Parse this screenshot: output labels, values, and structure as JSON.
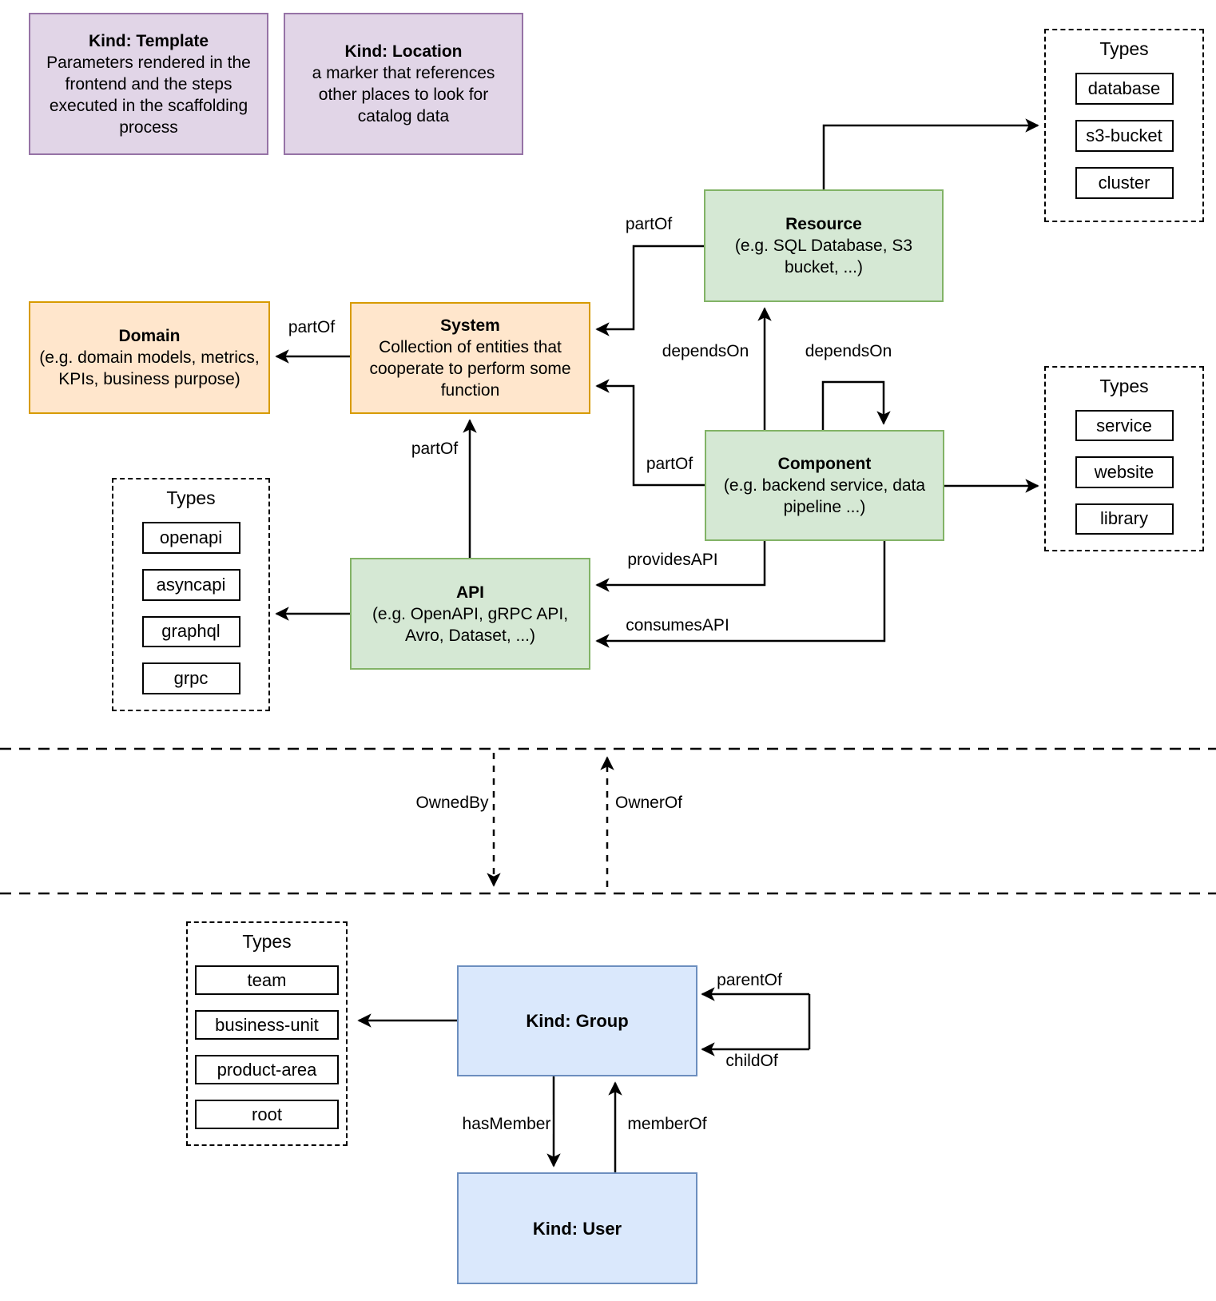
{
  "nodes": {
    "template": {
      "title": "Kind: Template",
      "desc": "Parameters rendered in the frontend and the steps executed in  the scaffolding process"
    },
    "location": {
      "title": "Kind: Location",
      "desc": "a marker that references other places to look for catalog data"
    },
    "domain": {
      "title": "Domain",
      "desc": "(e.g.  domain models, metrics, KPIs, business purpose)"
    },
    "system": {
      "title": "System",
      "desc": "Collection of entities that cooperate to perform some function"
    },
    "resource": {
      "title": "Resource",
      "desc": "(e.g. SQL Database, S3 bucket, ...)"
    },
    "component": {
      "title": "Component",
      "desc": "(e.g. backend service, data pipeline ...)"
    },
    "api": {
      "title": "API",
      "desc": "(e.g. OpenAPI, gRPC API, Avro, Dataset, ...)"
    },
    "group": {
      "title": "Kind: Group"
    },
    "user": {
      "title": "Kind: User"
    }
  },
  "panels": {
    "resource_types": {
      "title": "Types",
      "items": [
        "database",
        "s3-bucket",
        "cluster"
      ]
    },
    "component_types": {
      "title": "Types",
      "items": [
        "service",
        "website",
        "library"
      ]
    },
    "api_types": {
      "title": "Types",
      "items": [
        "openapi",
        "asyncapi",
        "graphql",
        "grpc"
      ]
    },
    "group_types": {
      "title": "Types",
      "items": [
        "team",
        "business-unit",
        "product-area",
        "root"
      ]
    }
  },
  "labels": {
    "part_of": "partOf",
    "depends_on": "dependsOn",
    "provides_api": "providesAPI",
    "consumes_api": "consumesAPI",
    "owned_by": "OwnedBy",
    "owner_of": "OwnerOf",
    "parent_of": "parentOf",
    "child_of": "childOf",
    "has_member": "hasMember",
    "member_of": "memberOf"
  },
  "colors": {
    "purple_fill": "#E1D5E7",
    "purple_border": "#9673A6",
    "orange_fill": "#FFE6CC",
    "orange_border": "#D79B00",
    "green_fill": "#D5E8D4",
    "green_border": "#82B366",
    "blue_fill": "#DAE8FC",
    "blue_border": "#6C8EBF",
    "line": "#000000"
  }
}
